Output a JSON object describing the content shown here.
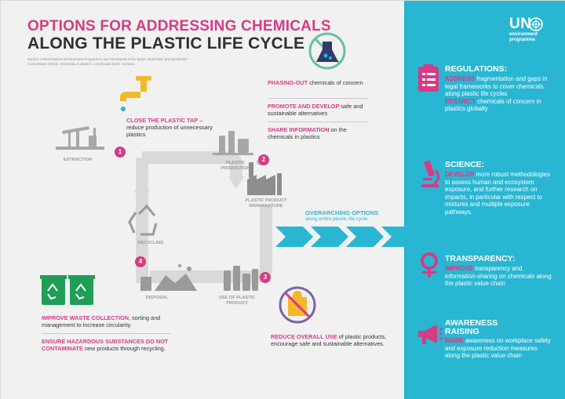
{
  "title": {
    "line1": "OPTIONS FOR ADDRESSING CHEMICALS",
    "line2": "ALONG THE PLASTIC LIFE CYCLE",
    "source": "Source: United Nations Environment Programme and Secretariat of the Basel, Rotterdam and Stockholm Conventions (2023). Chemicals in plastics: a technical report. Geneva."
  },
  "logo": {
    "name": "UN",
    "line1": "environment",
    "line2": "programme"
  },
  "stages": {
    "extraction": "EXTRACTION",
    "production": "PLASTIC PRODUCTION",
    "manufacture": "PLASTIC PRODUCT MANUFACTURE",
    "recycling": "RECYCLING",
    "disposal": "DISPOSAL",
    "use": "USE OF PLASTIC PRODUCT"
  },
  "steps": {
    "n1": "1",
    "n2": "2",
    "n3": "3",
    "n4": "4"
  },
  "tap": {
    "hl": "CLOSE THE PLASTIC TAP",
    "rest": " – reduce production of unnecessary plastics"
  },
  "production_options": [
    {
      "hl": "PHASING-OUT",
      "rest": " chemicals of concern"
    },
    {
      "hl": "PROMOTE AND DEVELOP",
      "rest": " safe and sustainable alternatives"
    },
    {
      "hl": "SHARE INFORMATION",
      "rest": " on the chemicals in plastics"
    }
  ],
  "overarching": {
    "title": "OVERARCHING OPTIONS",
    "sub": "along entire plastic life cycle"
  },
  "use_option": {
    "hl": "REDUCE OVERALL USE",
    "rest": " of plastic products, encourage safe and sustainable alternatives."
  },
  "waste_options": [
    {
      "hl": "IMPROVE WASTE COLLECTION",
      "rest": ", sorting and management to increase circularity."
    },
    {
      "hl": "ENSURE HAZARDOUS SUBSTANCES DO NOT CONTAMINATE",
      "rest": " new products through recycling."
    }
  ],
  "right": {
    "regulations": {
      "head": "REGULATIONS:",
      "p1hl": "ADDRESS",
      "p1": " fragmentation and gaps in legal frameworks to cover chemicals along plastic life cycles",
      "p2hl": "RESTRICT",
      "p2": " chemicals of concern in plastics globally"
    },
    "science": {
      "head": "SCIENCE:",
      "hl": "DEVELOP",
      "body": " more robust methodologies to assess human and ecosystem exposure, and further research on impacts, in particular with respect to mixtures and multiple exposure pathways."
    },
    "transparency": {
      "head": "TRANSPARENCY:",
      "hl": "IMPROVE",
      "body": " transparency and information-sharing on chemicals along the plastic value chain"
    },
    "awareness": {
      "head1": "AWARENESS",
      "head2": "RAISING",
      "hl": "RAISE",
      "body": " awareness on workplace safety and exposure reduction measures along the plastic value chain"
    }
  },
  "colors": {
    "magenta": "#d63b83",
    "cyan": "#29b6d2",
    "grey_bg": "#f1f1f2",
    "green": "#1f9e55",
    "yellow": "#f5b72a"
  }
}
